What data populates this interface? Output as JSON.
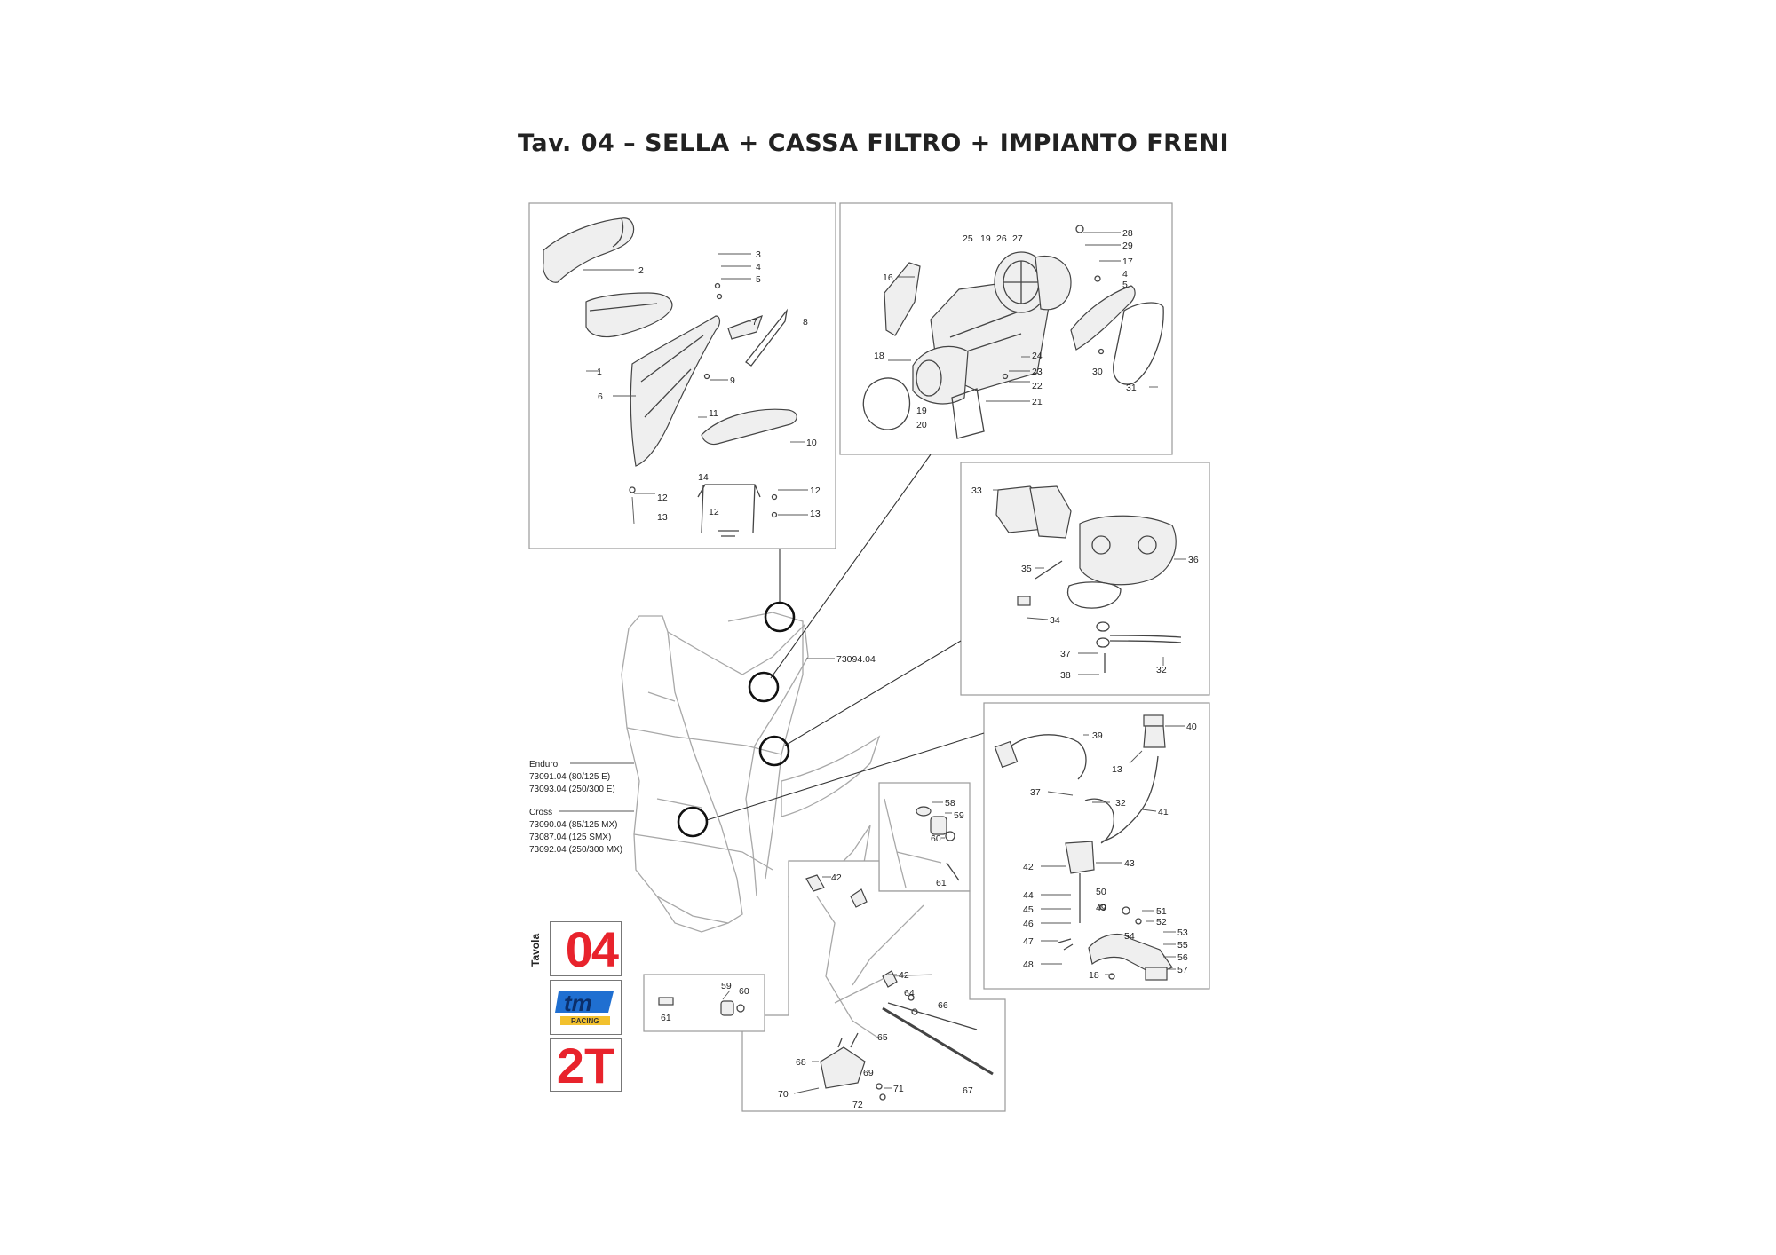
{
  "title": "Tav. 04 – SELLA + CASSA FILTRO + IMPIANTO FRENI",
  "frame_code": "73094.04",
  "legend": {
    "enduro_heading": "Enduro",
    "enduro_1": "73091.04 (80/125 E)",
    "enduro_2": "73093.04 (250/300 E)",
    "cross_heading": "Cross",
    "cross_1": "73090.04 (85/125 MX)",
    "cross_2": "73087.04 (125 SMX)",
    "cross_3": "73092.04 (250/300 MX)"
  },
  "badge": {
    "side_label": "Tavola",
    "table_number": "04",
    "logo_text": "tm",
    "logo_sub": "RACING",
    "engine_type": "2T"
  },
  "panels": {
    "seat": [
      "1",
      "2",
      "3",
      "4",
      "5",
      "6",
      "7",
      "8",
      "9",
      "10",
      "11",
      "12",
      "12",
      "12",
      "13",
      "13",
      "14"
    ],
    "airbox": [
      "25",
      "19",
      "26",
      "27",
      "28",
      "29",
      "16",
      "17",
      "4",
      "5",
      "18",
      "24",
      "23",
      "22",
      "21",
      "30",
      "31",
      "19",
      "20"
    ],
    "caliper": [
      "33",
      "35",
      "36",
      "34",
      "37",
      "32",
      "38"
    ],
    "rear_brake": [
      "39",
      "40",
      "13",
      "37",
      "32",
      "41",
      "42",
      "43",
      "44",
      "45",
      "46",
      "47",
      "48",
      "50",
      "49",
      "51",
      "52",
      "53",
      "54",
      "55",
      "56",
      "57",
      "18"
    ],
    "bushing": [
      "58",
      "59",
      "60",
      "61"
    ],
    "stand": [
      "42",
      "42",
      "64",
      "65",
      "66",
      "67",
      "68",
      "69",
      "70",
      "71",
      "72"
    ],
    "footpeg_small": [
      "59",
      "60",
      "61"
    ]
  },
  "colors": {
    "accent_red": "#e8232c",
    "logo_blue": "#1f6fd1",
    "logo_yellow": "#f2c12e"
  }
}
